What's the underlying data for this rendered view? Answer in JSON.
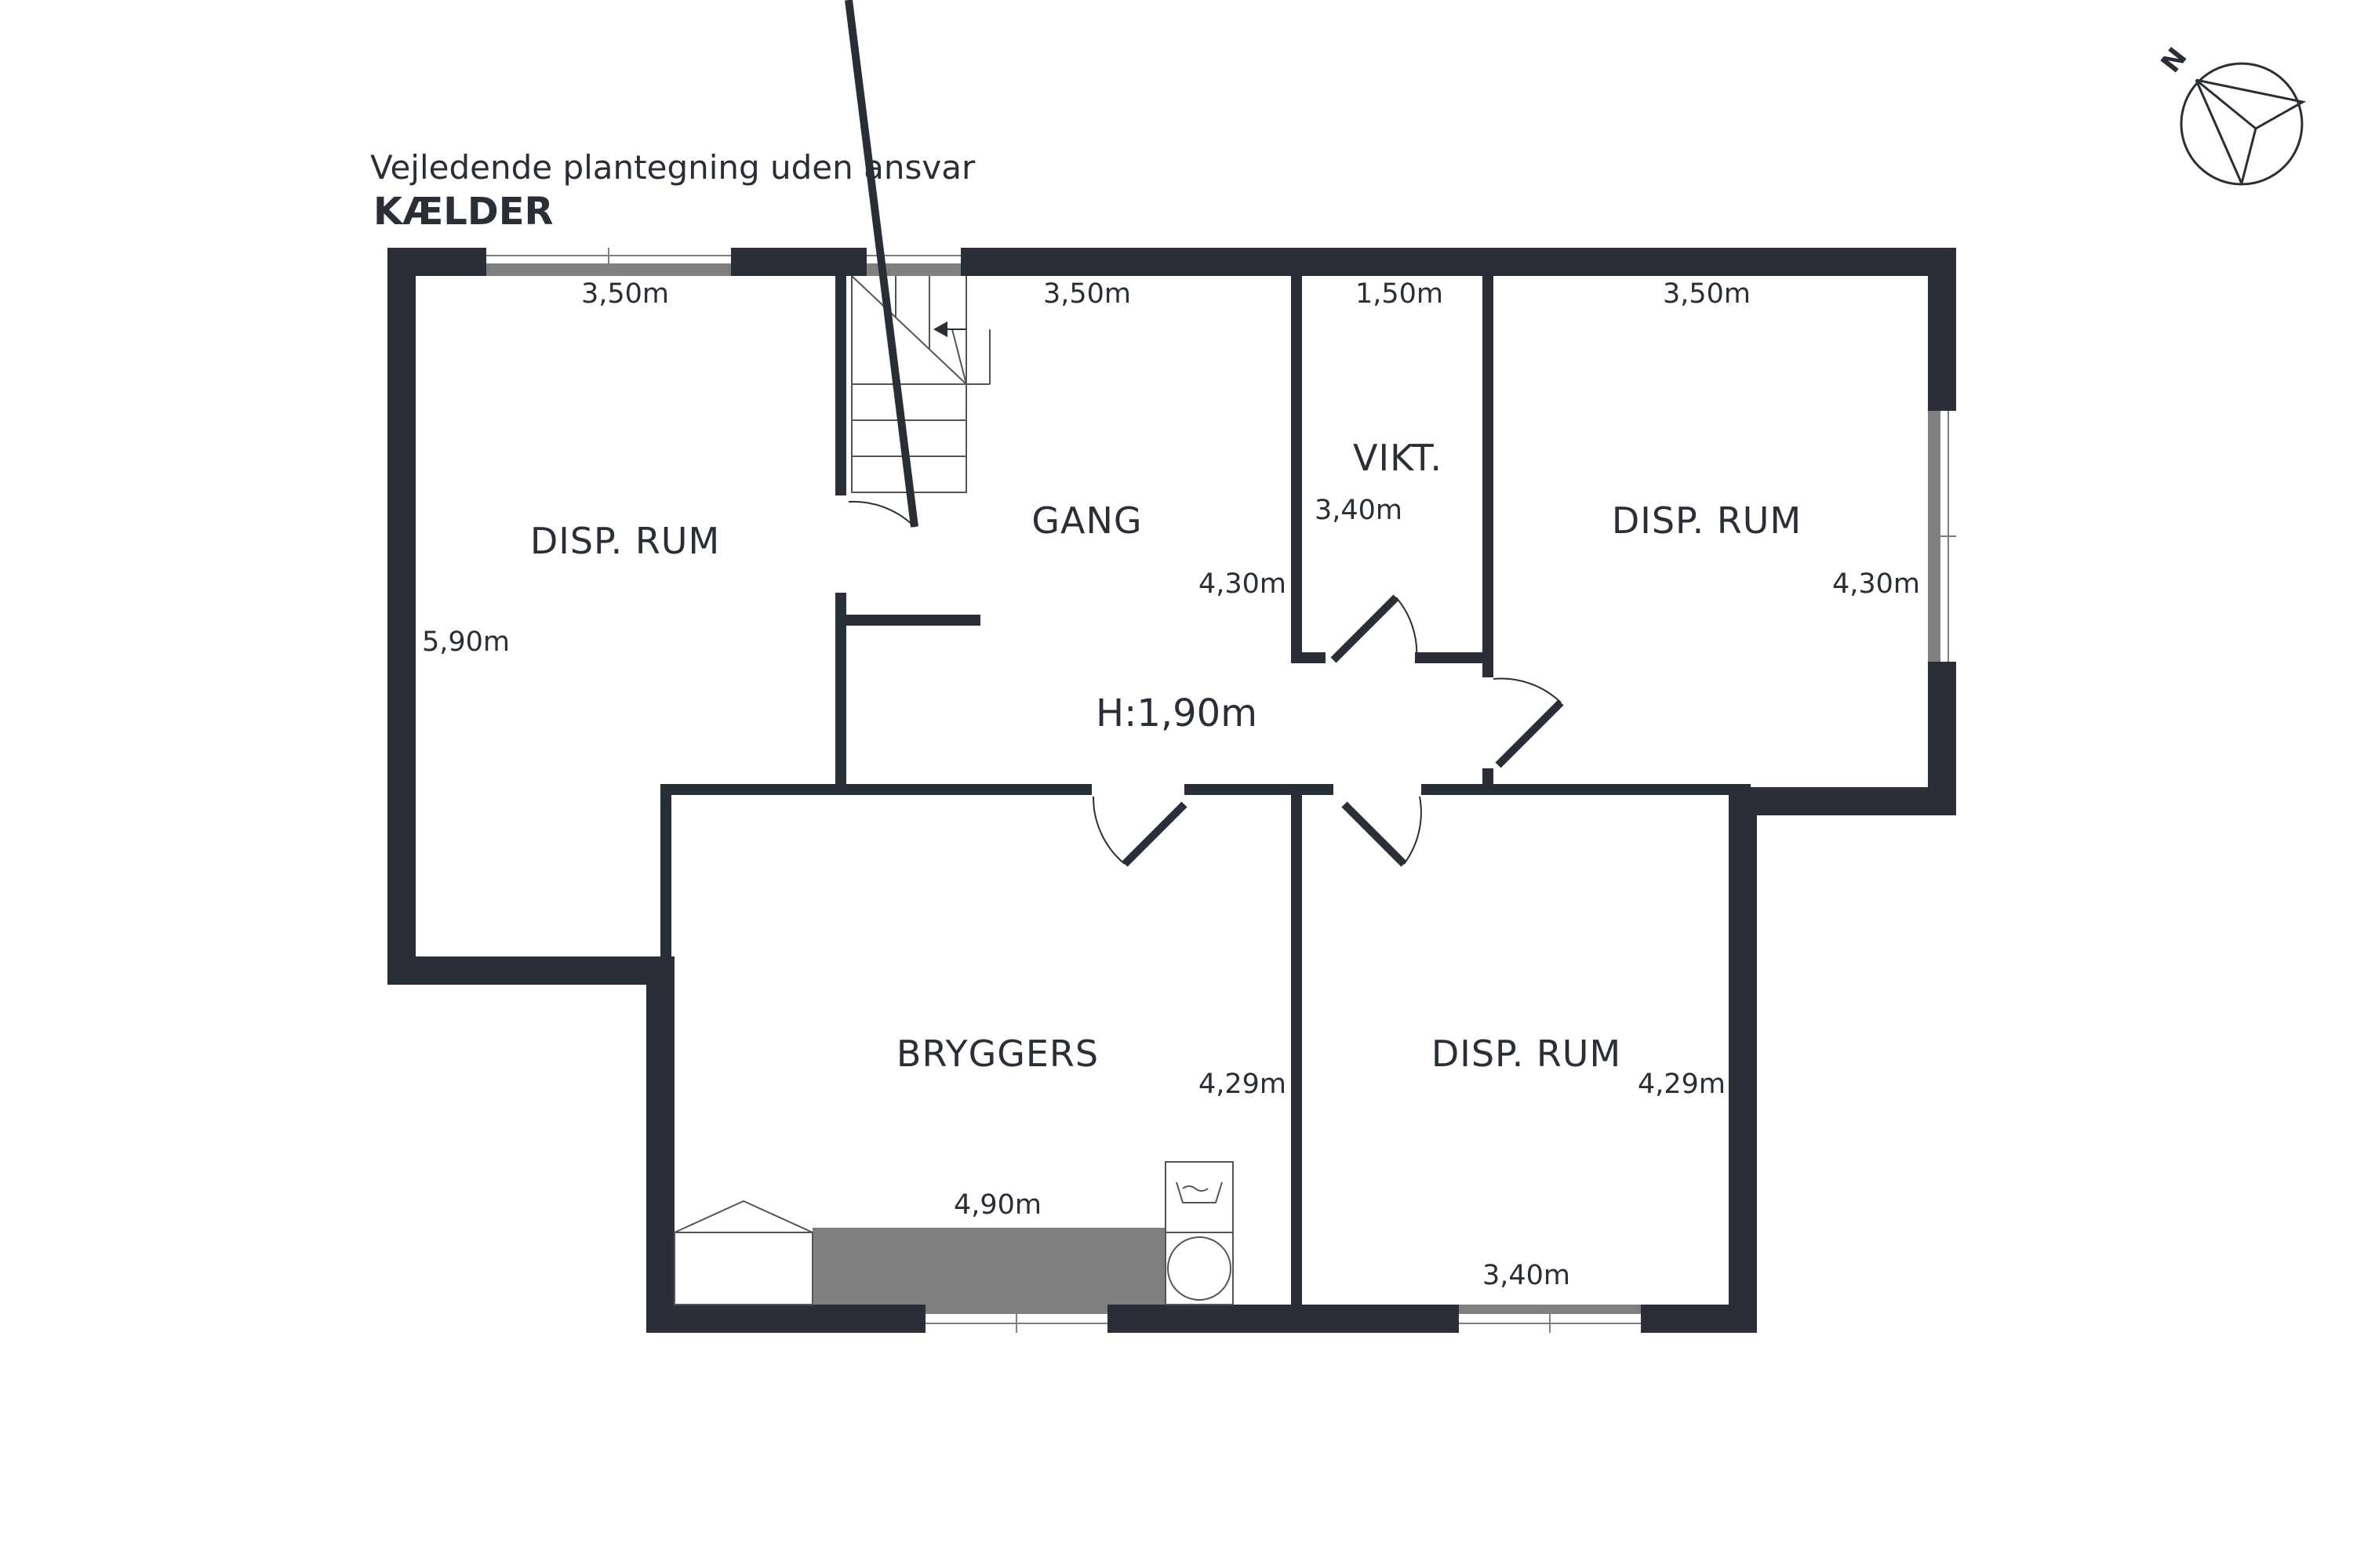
{
  "header": {
    "subtitle": "Vejledende plantegning uden ansvar",
    "floor": "KÆLDER"
  },
  "compass": {
    "label": "N"
  },
  "rooms": {
    "disp_rum_west": {
      "name": "DISP. RUM",
      "width": "3,50m",
      "length": "5,90m"
    },
    "gang": {
      "name": "GANG",
      "width": "3,50m",
      "length": "4,30m"
    },
    "vikt": {
      "name": "VIKT.",
      "width": "1,50m",
      "length": "3,40m"
    },
    "disp_rum_east": {
      "name": "DISP. RUM",
      "width": "3,50m",
      "length": "4,30m"
    },
    "bryggers": {
      "name": "BRYGGERS",
      "width": "4,90m",
      "length": "4,29m"
    },
    "disp_rum_south": {
      "name": "DISP. RUM",
      "width": "3,40m",
      "length": "4,29m"
    }
  },
  "ceiling_height": "H:1,90m",
  "colors": {
    "wall": "#2a2e36",
    "window": "#7f7f7f",
    "counter": "#808080"
  }
}
